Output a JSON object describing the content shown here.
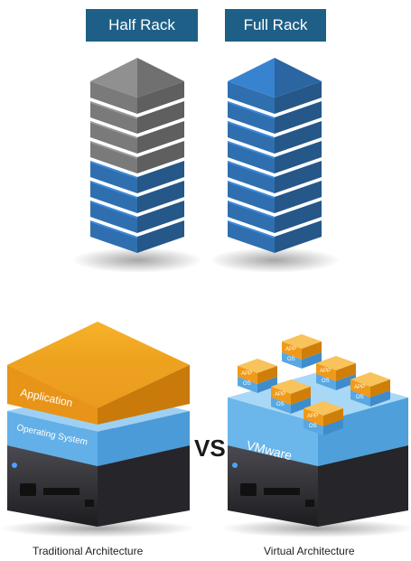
{
  "half_rack": {
    "label": "Half Rack"
  },
  "full_rack": {
    "label": "Full Rack"
  },
  "traditional": {
    "application_label": "Application",
    "os_label": "Operating System",
    "caption": "Traditional Architecture"
  },
  "comparison": {
    "vs_label": "VS"
  },
  "virtual": {
    "hypervisor_label": "VMware",
    "vm_app_label": "APP",
    "vm_os_label": "OS",
    "caption": "Virtual Architecture"
  },
  "colors": {
    "pill": "#1e5f87",
    "gray_unit": "#7a7a7a",
    "blue_unit": "#2f6fb0",
    "orange_app": "#f2a01c",
    "light_blue_layer": "#7fc0ee",
    "server": "#2a2a2e"
  }
}
